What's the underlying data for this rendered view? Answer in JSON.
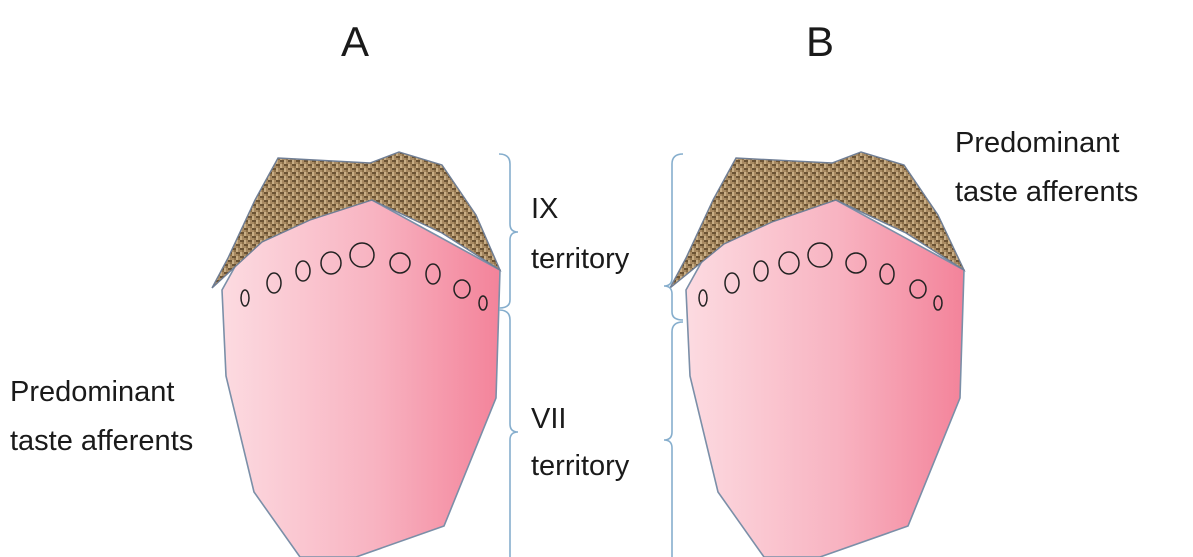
{
  "panels": {
    "a": {
      "letter": "A"
    },
    "b": {
      "letter": "B"
    }
  },
  "labels": {
    "a_predominant_line1": "Predominant",
    "a_predominant_line2": "taste afferents",
    "b_predominant_line1": "Predominant",
    "b_predominant_line2": "taste afferents",
    "ix_line1": "IX",
    "ix_line2": "territory",
    "vii_line1": "VII",
    "vii_line2": "territory"
  },
  "colors": {
    "tongue_light": "#fbd6dd",
    "tongue_dark": "#f5879c",
    "posterior_texture": "#9b7f57",
    "bracket": "#86aecd"
  }
}
